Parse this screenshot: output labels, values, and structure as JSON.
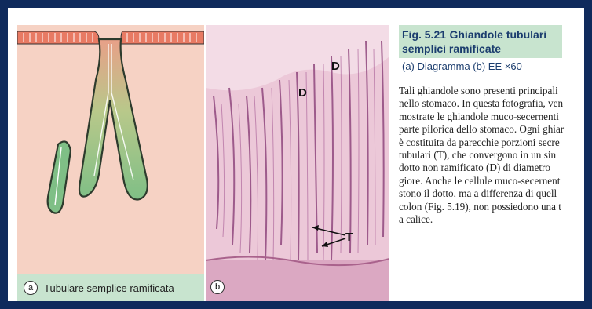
{
  "figure": {
    "number": "Fig. 5.21",
    "title_line1": "Ghiandole tubulari",
    "title_line2": "semplici ramificate",
    "subtitle": "(a) Diagramma (b) EE ×60"
  },
  "panel_a": {
    "label": "a",
    "caption": "Tubulare semplice ramificata"
  },
  "panel_b": {
    "label": "b",
    "letters": [
      "D",
      "D",
      "T"
    ]
  },
  "body_lines": [
    "Tali ghiandole sono presenti principali",
    "nello stomaco. In questa fotografia, ven",
    "mostrate le ghiandole muco-secernenti",
    "parte pilorica dello stomaco. Ogni ghiar",
    "è costituita da parecchie porzioni secre",
    "tubulari (T), che convergono in un sin",
    "dotto non ramificato (D) di diametro",
    "giore. Anche le cellule muco-secernent",
    "stono il dotto, ma a differenza di quell",
    "colon (Fig. 5.19), non possiedono una t",
    "a calice."
  ],
  "colors": {
    "background_frame": "#0f2a5c",
    "caption_bg": "#c8e4cf",
    "title_color": "#1b3d6e",
    "tissue_pink": "#f6d2c4",
    "gland_green": "#5fae6c"
  }
}
